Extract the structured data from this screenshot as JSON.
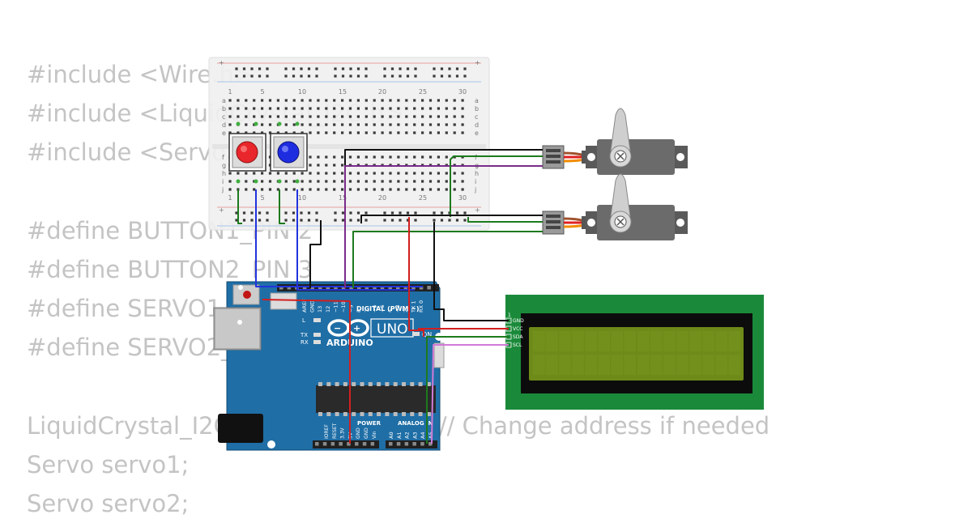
{
  "code": {
    "lines": [
      "#include <Wire.h>",
      "#include <LiquidCrystal_I2C.h>",
      "#include <Servo.h>",
      "",
      "#define BUTTON1_PIN 2",
      "#define BUTTON2_PIN 3",
      "#define SERVO1_PIN 9",
      "#define SERVO2_PIN 10",
      "",
      "LiquidCrystal_I2C lcd(0x27, 16, 2); // Change address if needed",
      "Servo servo1;",
      "Servo servo2;"
    ]
  },
  "breadboard": {
    "column_numbers": [
      "1",
      "5",
      "10",
      "15",
      "20",
      "25",
      "30"
    ],
    "row_letters_top": [
      "a",
      "b",
      "c",
      "d",
      "e"
    ],
    "row_letters_bottom": [
      "f",
      "g",
      "h",
      "i",
      "j"
    ],
    "rail_plus": "+",
    "rail_minus": "−"
  },
  "buttons": [
    {
      "color": "#e8262b"
    },
    {
      "color": "#1e2de0"
    }
  ],
  "arduino": {
    "brand": "ARDUINO",
    "model": "UNO",
    "digital_label": "DIGITAL (PWM ~)",
    "analog_label": "ANALOG IN",
    "power_label": "POWER",
    "on_label": "ON",
    "led_labels": [
      "L",
      "TX",
      "RX"
    ],
    "top_pins": [
      "AREF",
      "GND",
      "13",
      "12",
      "~11",
      "~10",
      "~9",
      "8",
      "7",
      "~6",
      "~5",
      "4",
      "~3",
      "2",
      "TX 1",
      "RX 0"
    ],
    "power_pins": [
      "IOREF",
      "RESET",
      "3.3V",
      "5V",
      "GND",
      "GND",
      "Vin"
    ],
    "analog_pins": [
      "A0",
      "A1",
      "A2",
      "A3",
      "A4",
      "A5"
    ],
    "board_color": "#1f6ea6"
  },
  "lcd": {
    "pin_index": "1",
    "pins": [
      "GND",
      "VCC",
      "SDA",
      "SCL"
    ],
    "pcb_color": "#1a8a3a",
    "screen_color": "#6e8a18"
  },
  "wire_colors": {
    "blue": "#2233dd",
    "red": "#d21f1f",
    "black": "#111111",
    "green": "#1d7a1d",
    "purple": "#7a2b8a",
    "pink": "#d27ad8"
  }
}
